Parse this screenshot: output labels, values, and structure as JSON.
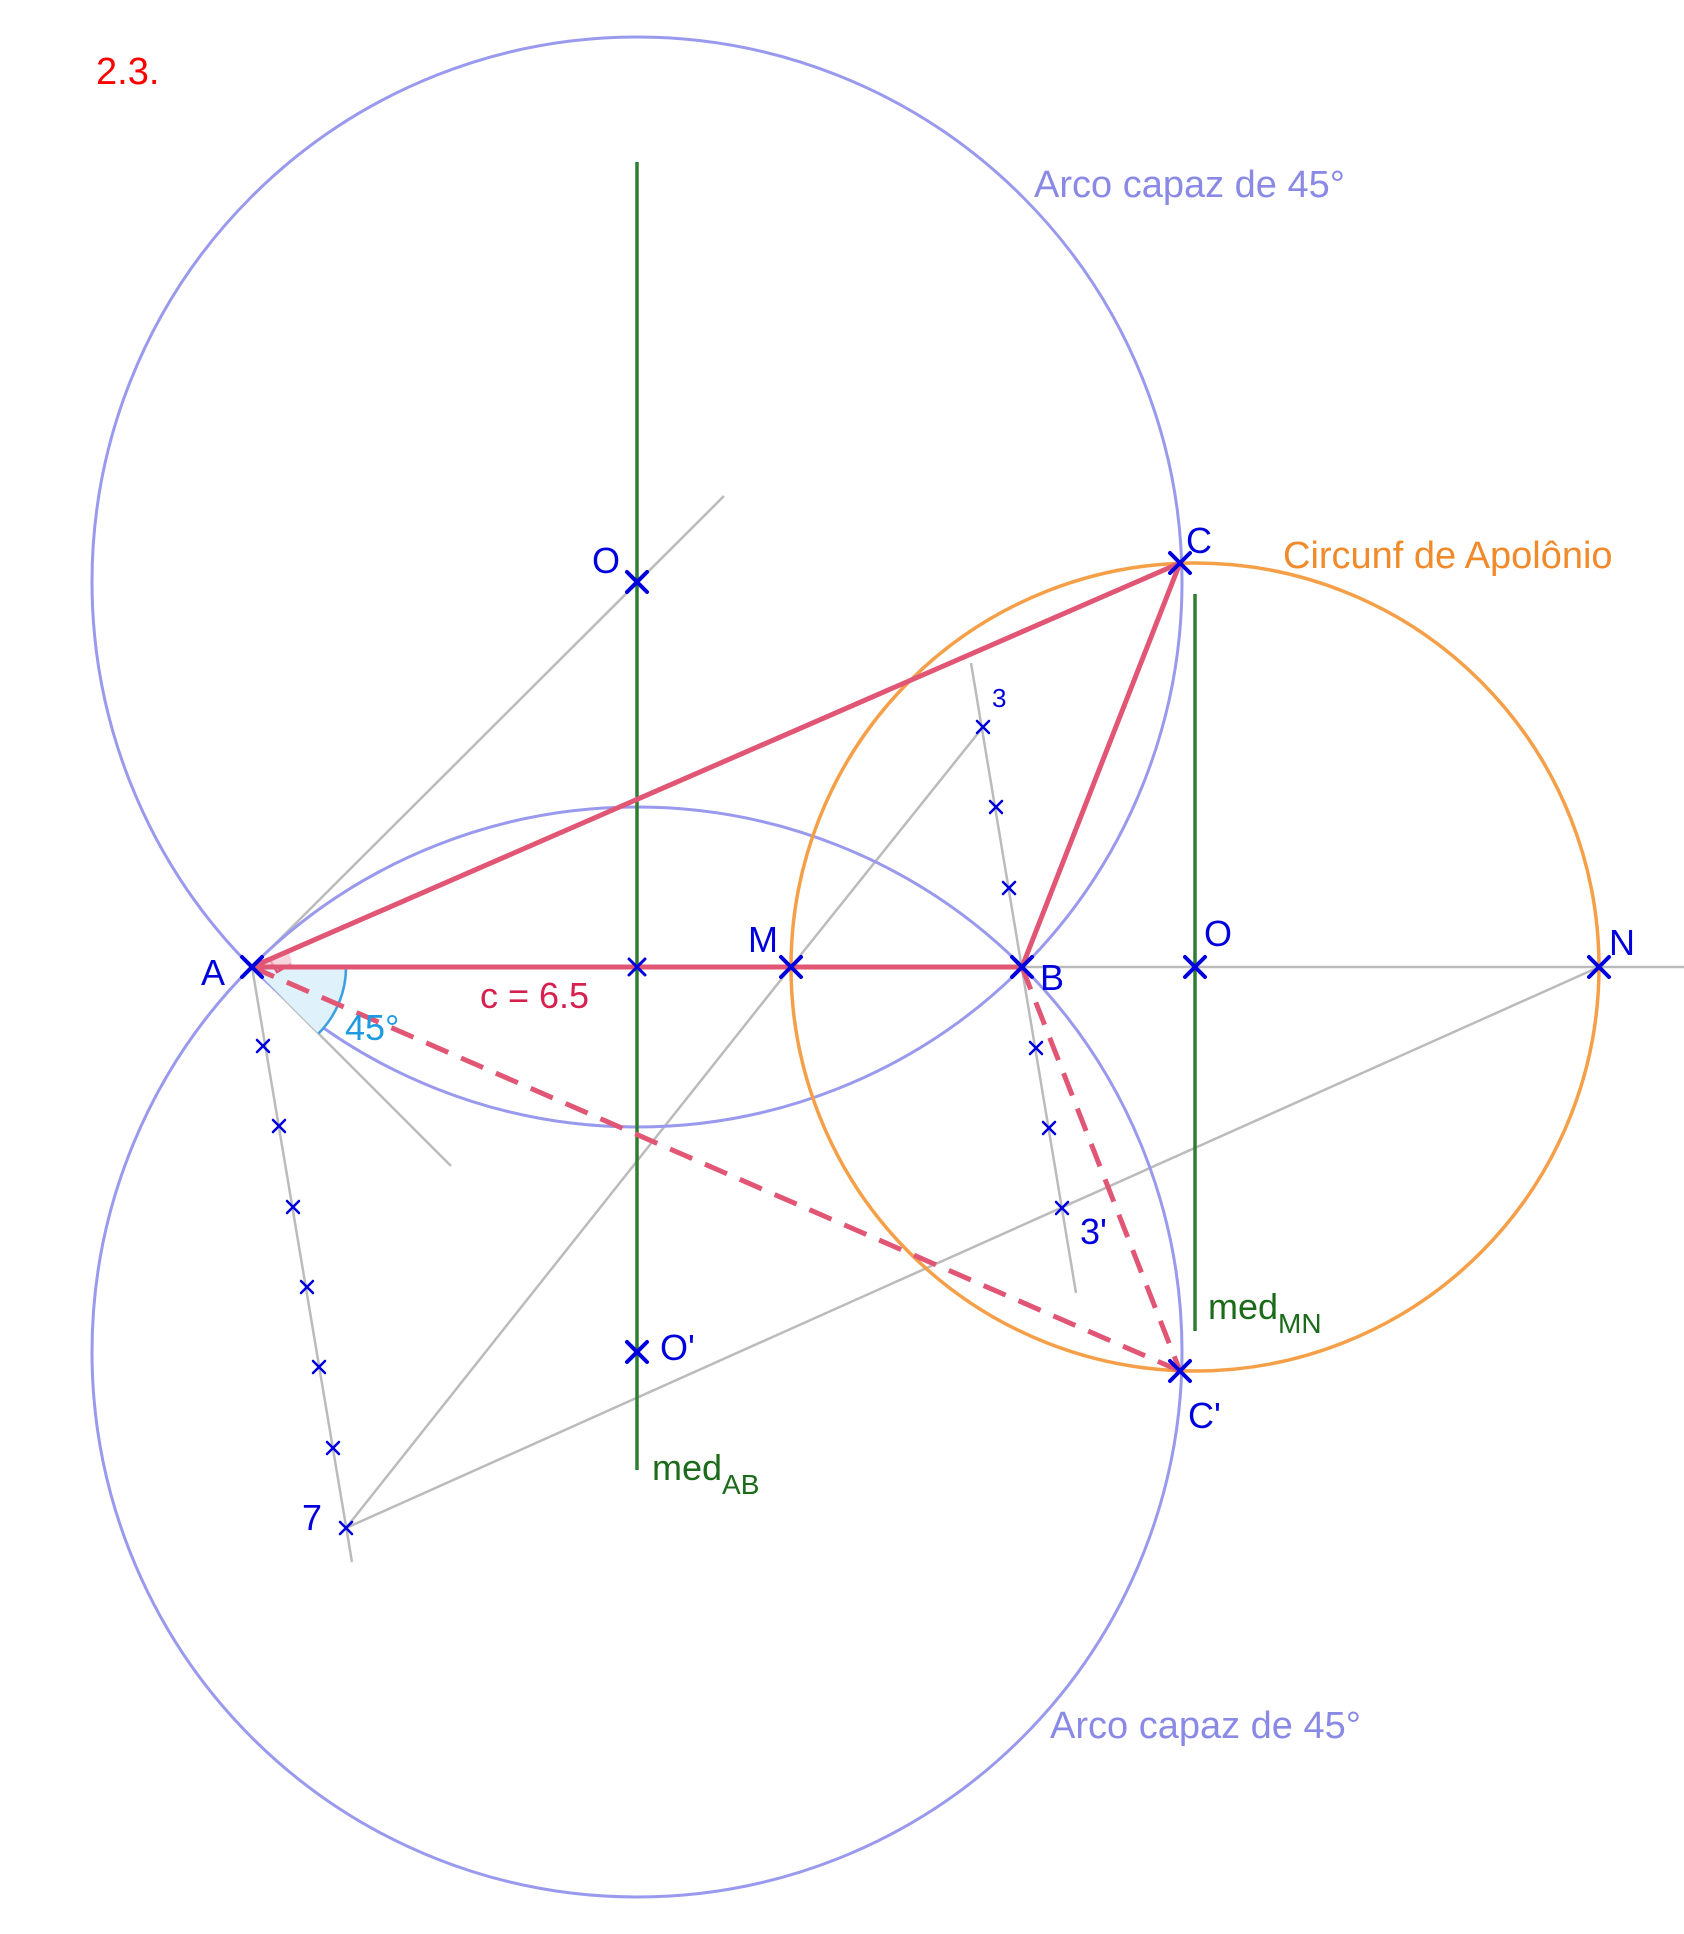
{
  "problem_number": "2.3.",
  "colors": {
    "problem_number": "#ff0000",
    "arc": "#9999ee",
    "arc_label": "#8a8ae6",
    "apollonius": "#f5a048",
    "apollonius_label": "#f08a2a",
    "triangle": "#e05674",
    "side_label": "#d6204e",
    "mediatrix": "#2e7d32",
    "mediatrix_label": "#1b6b1b",
    "construction": "#bbbbbb",
    "point": "#0000dd",
    "angle_fill": "#dff1fb",
    "angle_stroke": "#3aa0e0",
    "angle_label": "#1e9be0"
  },
  "labels": {
    "arc_top": "Arco capaz de 45°",
    "arc_bottom": "Arco capaz de 45°",
    "apollonius": "Circunf de Apolônio",
    "side_c": "c = 6.5",
    "angle": "45°",
    "med_ab_main": "med",
    "med_ab_sub": "AB",
    "med_mn_main": "med",
    "med_mn_sub": "MN"
  },
  "points": {
    "A": "A",
    "B": "B",
    "C": "C",
    "C_prime": "C'",
    "M": "M",
    "N": "N",
    "O_top": "O",
    "O_prime": "O'",
    "O_right": "O",
    "div_3": "3",
    "div_3_prime": "3'",
    "div_7": "7"
  }
}
